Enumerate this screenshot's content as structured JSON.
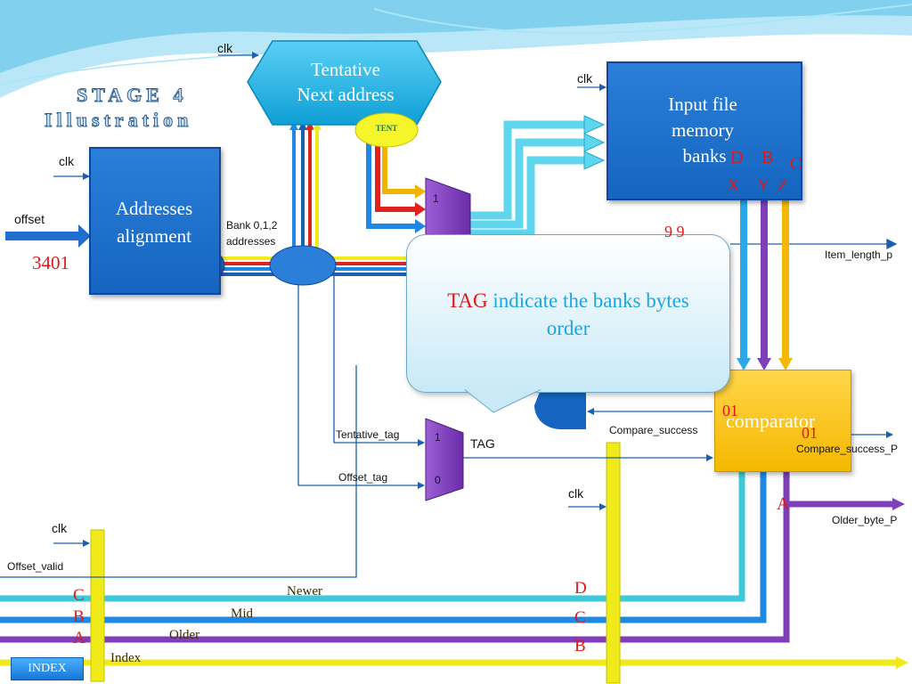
{
  "title": {
    "line1": "STAGE 4",
    "line2": "Illustration"
  },
  "blocks": {
    "tentative": {
      "line1": "Tentative",
      "line2": "Next address"
    },
    "tent_badge": "TENT",
    "input_file": {
      "line1": "Input file",
      "line2": "memory",
      "line3": "banks"
    },
    "addresses": {
      "line1": "Addresses",
      "line2": "alignment"
    },
    "comparator": "comparator"
  },
  "bank_letters": {
    "d": "D",
    "b": "B",
    "c": "C",
    "x": "X",
    "y": "Y",
    "z": "Z"
  },
  "signals": {
    "clk_top": "clk",
    "clk_input": "clk",
    "clk_addr": "clk",
    "clk_mid": "clk",
    "clk_left": "clk",
    "offset": "offset",
    "offset_value": "3401",
    "bank_addresses_1": "Bank 0,1,2",
    "bank_addresses_2": "addresses",
    "item_length": "Item_length_p",
    "compare_success": "Compare_success",
    "compare_success_p": "Compare_success_P",
    "older_byte": "Older_byte_P",
    "tentative_tag": "Tentative_tag",
    "offset_tag": "Offset_tag",
    "tag": "TAG",
    "offset_valid": "Offset_valid",
    "mux_one_a": "1",
    "mux_one_b": "1",
    "mux_zero": "0"
  },
  "red_marks": {
    "mark_99": "9  9",
    "mark_01a": "01",
    "mark_01b": "01",
    "mark_a": "A"
  },
  "bus_labels": {
    "newer": "Newer",
    "mid": "Mid",
    "older": "Older",
    "index": "Index",
    "left_c": "C",
    "left_b": "B",
    "left_a": "A",
    "right_d": "D",
    "right_c": "C",
    "right_b": "B"
  },
  "callout": {
    "tag_word": "TAG",
    "text_1": " indicate the banks bytes",
    "text_2": "order"
  },
  "index_button": "INDEX",
  "colors": {
    "bus_newer": "#3fc9d8",
    "bus_mid": "#1e88e5",
    "bus_older": "#7e3fb8",
    "bus_index": "#f0ea1a",
    "red_wire": "#e0211c",
    "blue_box": "#1565c0",
    "yellow_box": "#f5b800",
    "cyan_box": "#20b5e8"
  }
}
